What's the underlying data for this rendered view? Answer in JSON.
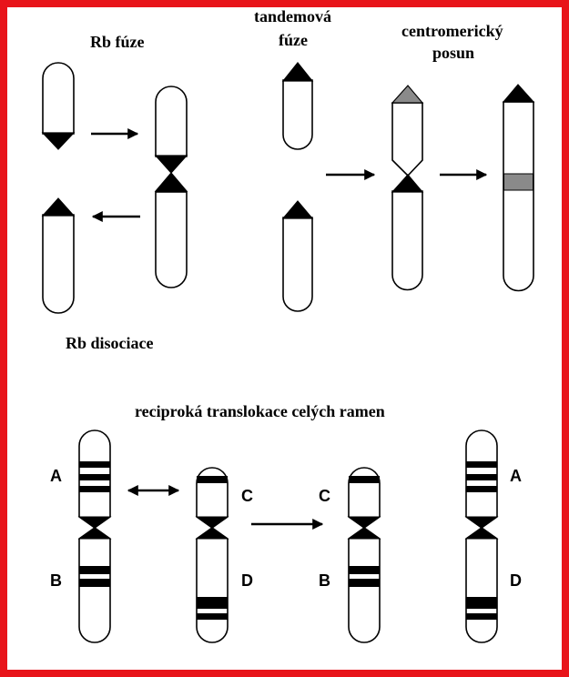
{
  "colors": {
    "frame": "#e8141a",
    "heterochromatin": "#000000",
    "gray_band": "#8a8a8a"
  },
  "labels": {
    "rb_fusion": "Rb fúze",
    "tandem_fusion_line1": "tandemová",
    "tandem_fusion_line2": "fúze",
    "centromeric_shift_line1": "centromerický",
    "centromeric_shift_line2": "posun",
    "rb_dissociation": "Rb disociace",
    "reciprocal_translocation": "reciproká translokace celých ramen"
  },
  "arm_labels": {
    "a1": "A",
    "b1": "B",
    "c1": "C",
    "d1": "D",
    "c2": "C",
    "b2": "B",
    "a2": "A",
    "d2": "D"
  },
  "icons": {
    "arrow": "arrow-right-icon",
    "double_arrow": "double-arrow-icon"
  }
}
